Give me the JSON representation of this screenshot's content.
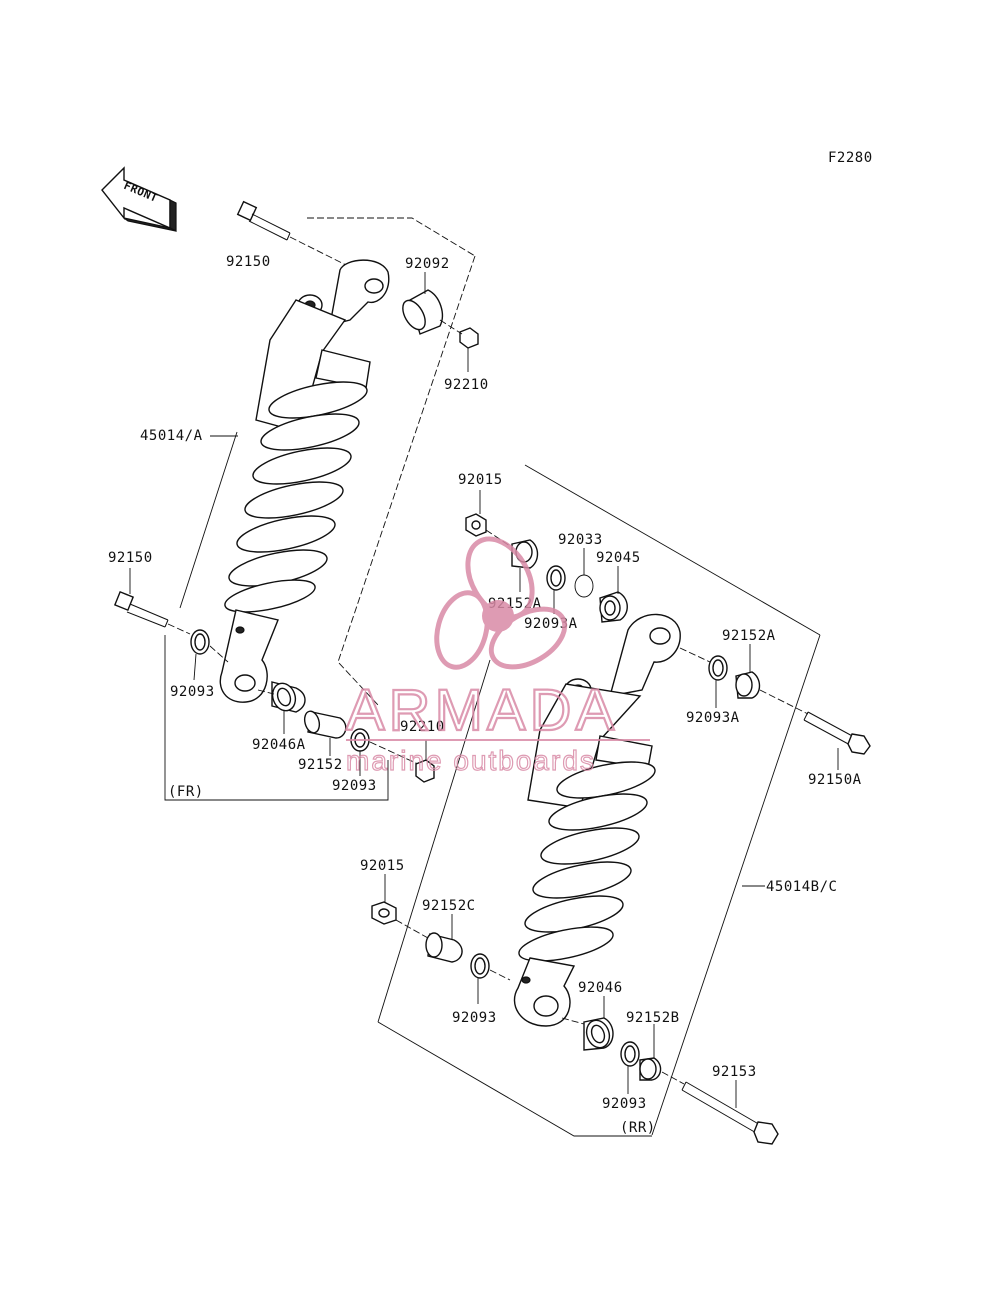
{
  "figure_code": "F2280",
  "front_indicator": "FRONT",
  "watermark": {
    "brand": "ARMADA",
    "tagline": "marine outboards",
    "color": "#d98aa6",
    "icon": "propeller-icon"
  },
  "groups": {
    "front": "(FR)",
    "rear": "(RR)"
  },
  "callouts": {
    "fr_bolt_top": "92150",
    "fr_bushing_top": "92092",
    "fr_nut_top": "92210",
    "fr_shock": "45014/A",
    "fr_bolt_bottom": "92150",
    "fr_washer_left": "92093",
    "fr_bearing": "92046A",
    "fr_collar": "92152",
    "fr_washer_right": "92093",
    "fr_nut_bottom": "92210",
    "rr_nut_top": "92015",
    "rr_collar_top_left": "92152A",
    "rr_washer_top_left": "92093A",
    "rr_circlip": "92033",
    "rr_bushing_top": "92045",
    "rr_collar_top_right": "92152A",
    "rr_washer_top_right": "92093A",
    "rr_bolt_top": "92150A",
    "rr_shock": "45014B/C",
    "rr_nut_bottom": "92015",
    "rr_collar_bottom": "92152C",
    "rr_washer_bottom_left": "92093",
    "rr_bearing": "92046",
    "rr_collar_bottom_right": "92152B",
    "rr_washer_bottom_right": "92093",
    "rr_bolt_bottom": "92153"
  }
}
